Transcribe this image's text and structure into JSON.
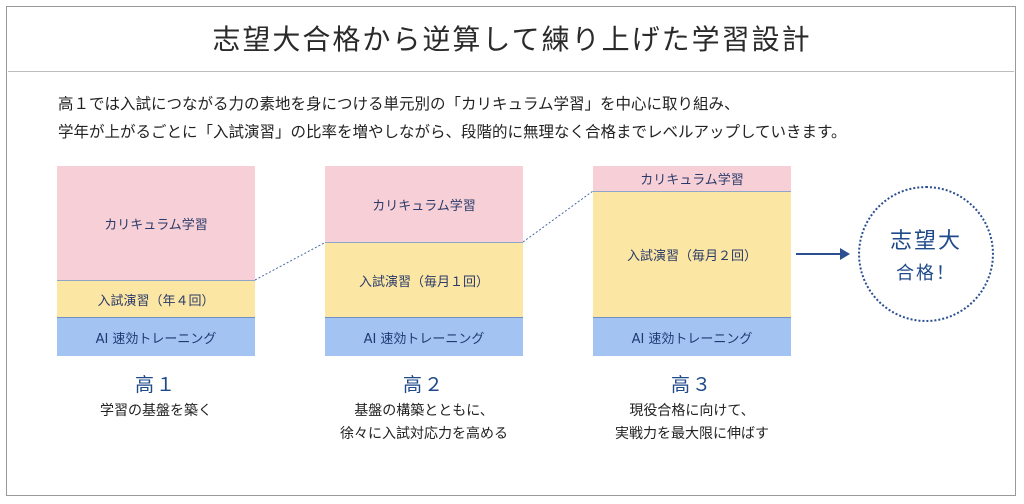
{
  "title": "志望大合格から逆算して練り上げた学習設計",
  "intro": {
    "line1": "高１では入試につながる力の素地を身につける単元別の「カリキュラム学習」を中心に取り組み、",
    "line2": "学年が上がるごとに「入試演習」の比率を増やしながら、段階的に無理なく合格までレベルアップしていきます。"
  },
  "colors": {
    "curriculum": "#f7d0d7",
    "exam": "#fbe7a3",
    "ai": "#a3c3f3",
    "accent": "#2b4f90"
  },
  "columns": [
    {
      "curriculum_label": "カリキュラム学習",
      "exam_label": "入試演習（年４回）",
      "ai_label": "AI 速効トレーニング",
      "grade": "高１",
      "desc_line1": "学習の基盤を築く",
      "desc_line2": ""
    },
    {
      "curriculum_label": "カリキュラム学習",
      "exam_label": "入試演習（毎月１回）",
      "ai_label": "AI 速効トレーニング",
      "grade": "高２",
      "desc_line1": "基盤の構築とともに、",
      "desc_line2": "徐々に入試対応力を高める"
    },
    {
      "curriculum_label": "カリキュラム学習",
      "exam_label": "入試演習（毎月２回）",
      "ai_label": "AI 速効トレーニング",
      "grade": "高３",
      "desc_line1": "現役合格に向けて、",
      "desc_line2": "実戦力を最大限に伸ばす"
    }
  ],
  "goal": {
    "line1": "志望大",
    "line2": "合格！"
  }
}
